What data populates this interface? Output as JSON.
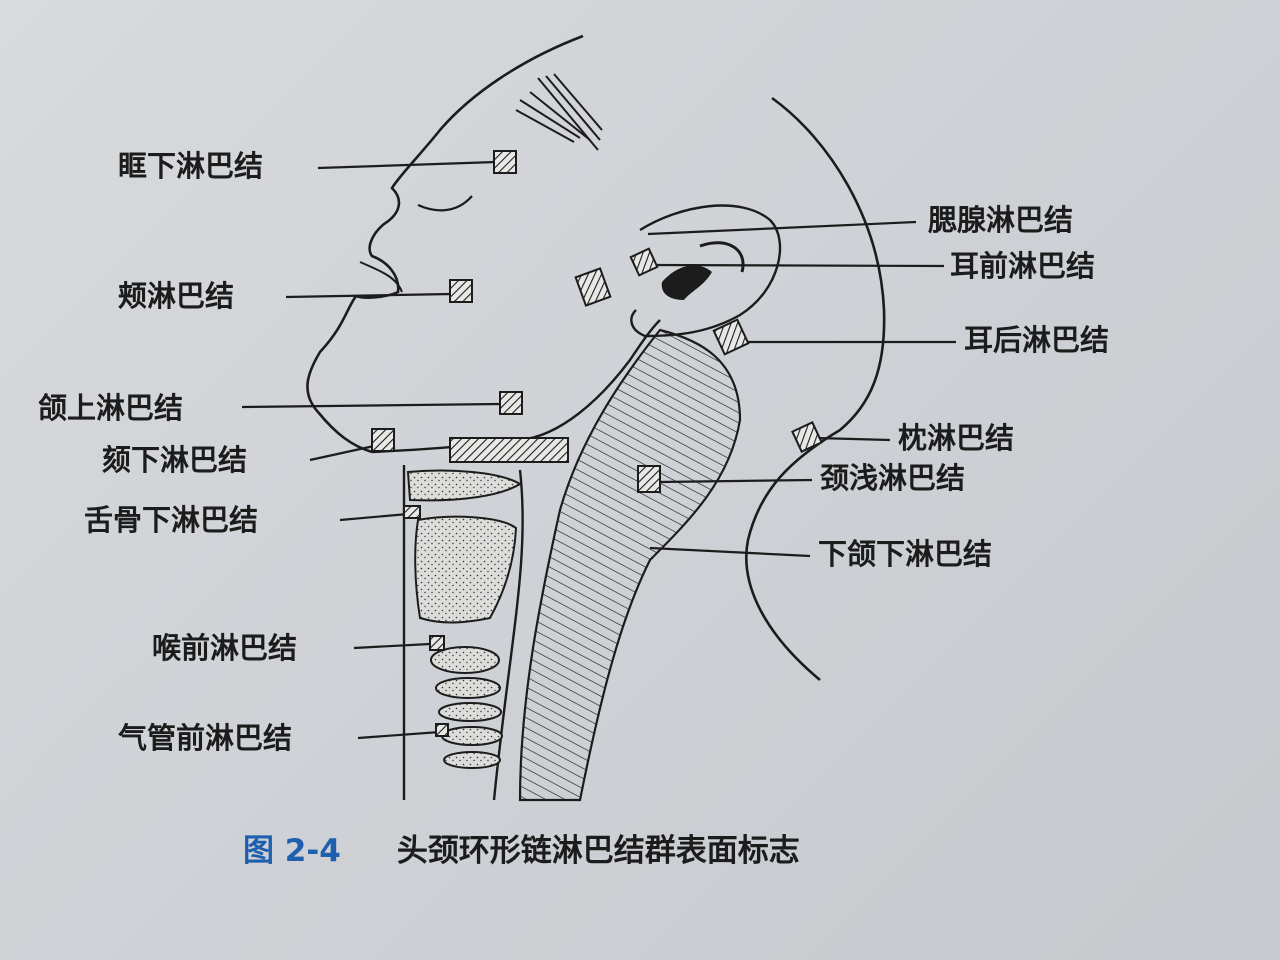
{
  "figure": {
    "number": "图 2-4",
    "title": "头颈环形链淋巴结群表面标志"
  },
  "labels": {
    "infraorbital": "眶下淋巴结",
    "buccal": "颊淋巴结",
    "supramandibular": "颌上淋巴结",
    "submental": "颏下淋巴结",
    "infrahyoid": "舌骨下淋巴结",
    "prelaryngeal": "喉前淋巴结",
    "pretracheal": "气管前淋巴结",
    "parotid": "腮腺淋巴结",
    "preauricular": "耳前淋巴结",
    "postauricular": "耳后淋巴结",
    "occipital": "枕淋巴结",
    "superficial_cervical": "颈浅淋巴结",
    "submandibular": "下颌下淋巴结"
  },
  "colors": {
    "ink": "#1c1c1c",
    "caption_blue": "#1e5fae",
    "paper": "#d2d5d8"
  }
}
